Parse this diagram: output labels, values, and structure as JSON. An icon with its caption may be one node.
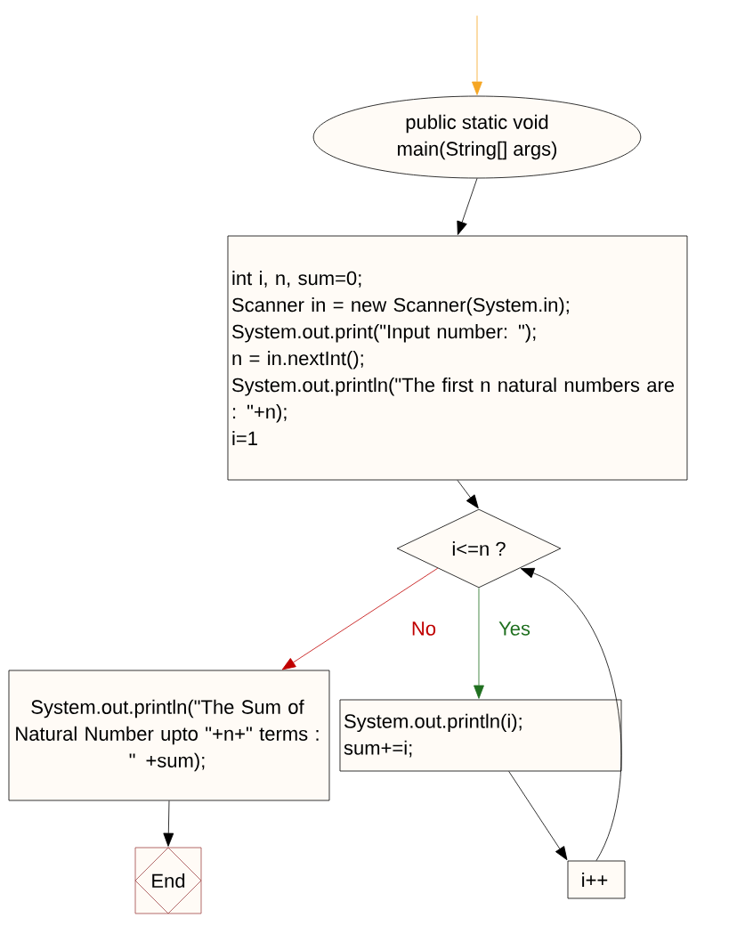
{
  "diagram": {
    "nodes": [
      {
        "text": [
          "public static void main(String[] args)"
        ]
      },
      {
        "text": [
          "int i, n, sum=0;",
          "Scanner in = new Scanner(System.in);",
          "System.out.print(\"Input number: \");",
          "n = in.nextInt();",
          "System.out.println(\"The first n natural numbers are : \"+n);",
          "i=1"
        ]
      },
      {
        "text": [
          "i<=n ?"
        ]
      },
      {
        "text": [
          "System.out.println(\"The Sum of Natural Number upto \"+n+\" terms : \" +sum);"
        ]
      },
      {
        "text": [
          "System.out.println(i);",
          "sum+=i;"
        ]
      },
      {
        "text": [
          "i++"
        ]
      },
      {
        "text": [
          "End"
        ]
      }
    ],
    "edges": [
      {
        "from": null,
        "to": 0,
        "arrow": "to",
        "color": "#f5a623"
      },
      {
        "from": 0,
        "to": 1,
        "arrow": "to"
      },
      {
        "from": 1,
        "to": 2,
        "arrow": "to"
      },
      {
        "from": 2,
        "to": 3,
        "arrow": "to",
        "label": "No",
        "color": "#c00000"
      },
      {
        "from": 2,
        "to": 4,
        "arrow": "to",
        "label": "Yes",
        "color": "#207020"
      },
      {
        "from": 4,
        "to": 5,
        "arrow": "to"
      },
      {
        "from": 5,
        "to": 2,
        "arrow": "to"
      },
      {
        "from": 3,
        "to": 6,
        "arrow": "to"
      }
    ]
  }
}
